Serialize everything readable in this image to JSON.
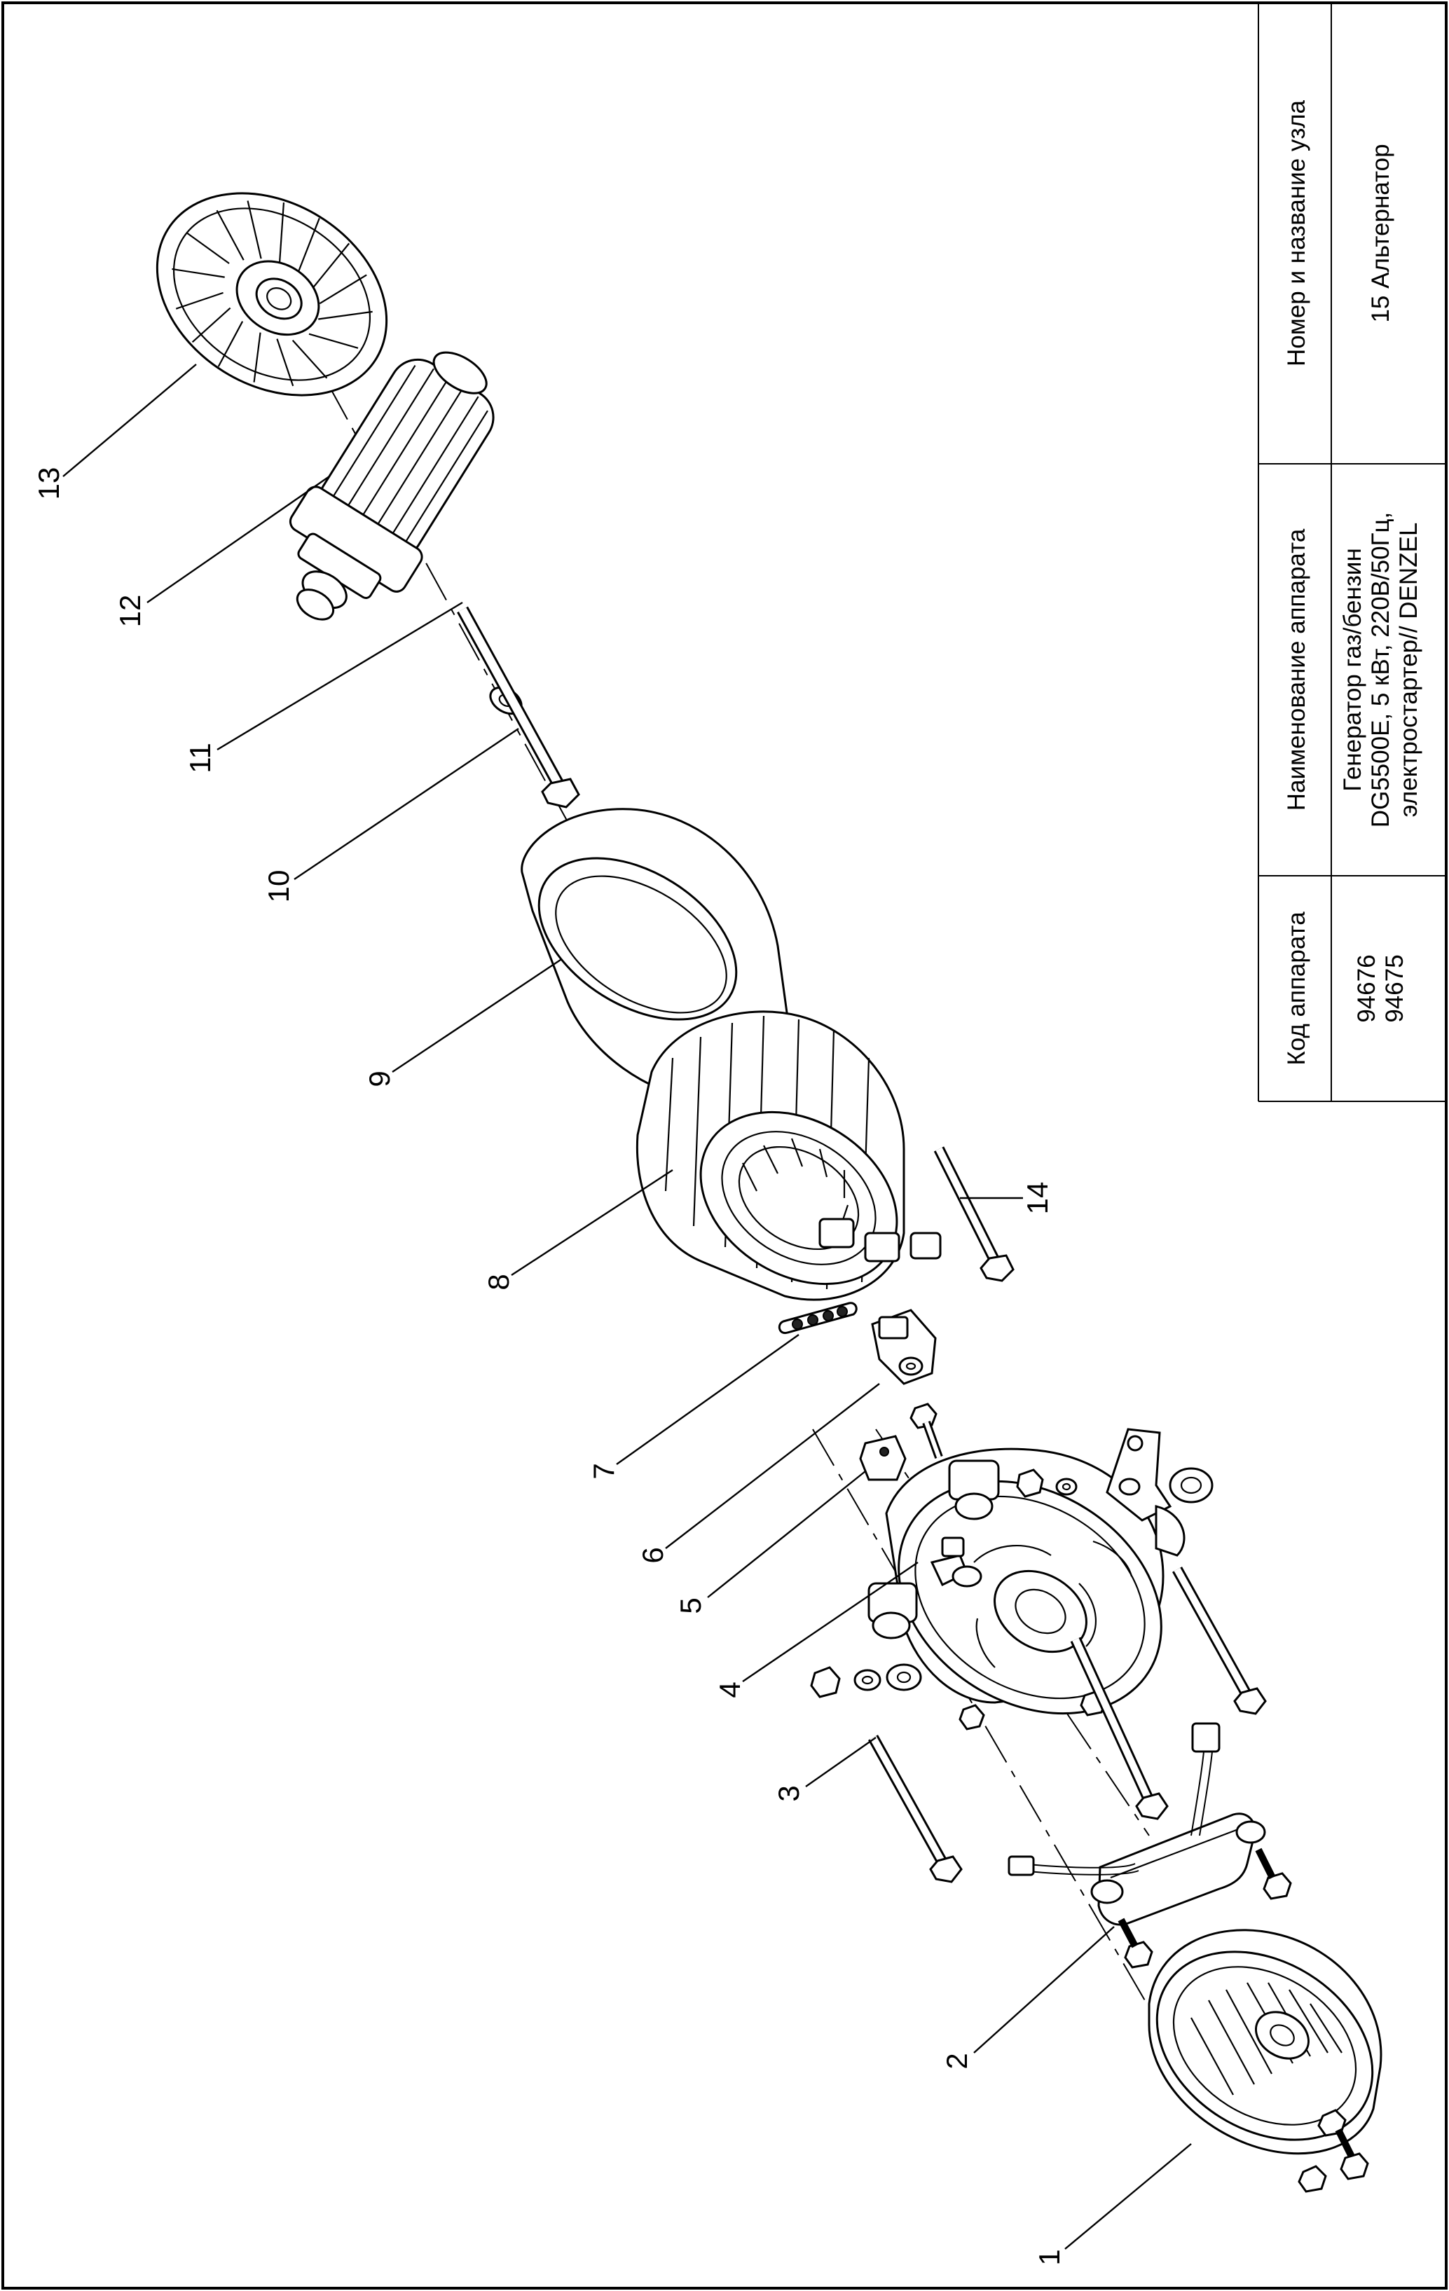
{
  "title_block": {
    "header_code": "Код аппарата",
    "header_name": "Наименование аппарата",
    "header_unit": "Номер и название узла",
    "code_line1": "94676",
    "code_line2": "94675",
    "name_line1": "Генератор газ/бензин",
    "name_line2": "DG5500E, 5 кВт, 220В/50Гц,",
    "name_line3": "электростартер// DENZEL",
    "unit_name": "15 Альтернатор"
  },
  "callouts": {
    "c1": "1",
    "c2": "2",
    "c3": "3",
    "c4": "4",
    "c5": "5",
    "c6": "6",
    "c7": "7",
    "c8": "8",
    "c9": "9",
    "c10": "10",
    "c11": "11",
    "c12": "12",
    "c13": "13",
    "c14": "14"
  }
}
